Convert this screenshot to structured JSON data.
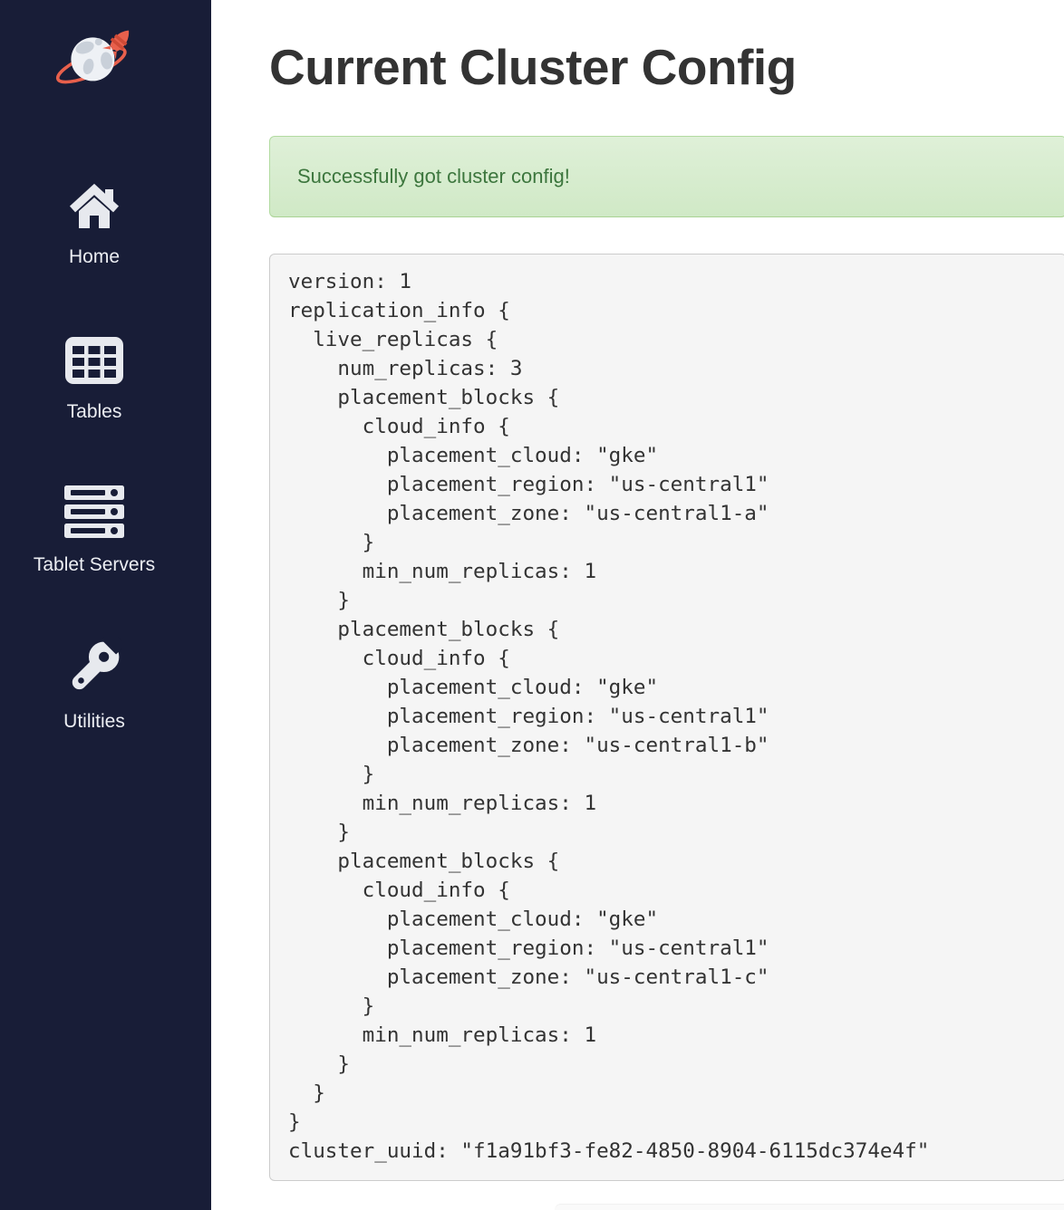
{
  "sidebar": {
    "logo_icon": "globe-rocket-logo",
    "items": [
      {
        "id": "home",
        "label": "Home",
        "icon": "home-icon"
      },
      {
        "id": "tables",
        "label": "Tables",
        "icon": "tables-grid-icon"
      },
      {
        "id": "tablet-servers",
        "label": "Tablet Servers",
        "icon": "server-stack-icon"
      },
      {
        "id": "utilities",
        "label": "Utilities",
        "icon": "wrench-icon"
      }
    ]
  },
  "main": {
    "title": "Current Cluster Config",
    "alert": {
      "type": "success",
      "message": "Successfully got cluster config!"
    },
    "config_text": "version: 1\nreplication_info {\n  live_replicas {\n    num_replicas: 3\n    placement_blocks {\n      cloud_info {\n        placement_cloud: \"gke\"\n        placement_region: \"us-central1\"\n        placement_zone: \"us-central1-a\"\n      }\n      min_num_replicas: 1\n    }\n    placement_blocks {\n      cloud_info {\n        placement_cloud: \"gke\"\n        placement_region: \"us-central1\"\n        placement_zone: \"us-central1-b\"\n      }\n      min_num_replicas: 1\n    }\n    placement_blocks {\n      cloud_info {\n        placement_cloud: \"gke\"\n        placement_region: \"us-central1\"\n        placement_zone: \"us-central1-c\"\n      }\n      min_num_replicas: 1\n    }\n  }\n}\ncluster_uuid: \"f1a91bf3-fe82-4850-8904-6115dc374e4f\""
  },
  "colors": {
    "sidebar_bg": "#181d37",
    "icon_fg": "#e7e9ee",
    "alert_bg_top": "#dff0d8",
    "alert_bg_bottom": "#d0e9c6",
    "alert_border": "#b2dba1",
    "alert_text": "#3c763d",
    "code_bg": "#f5f5f5",
    "code_border": "#cccccc",
    "accent_orange": "#e8604c"
  }
}
